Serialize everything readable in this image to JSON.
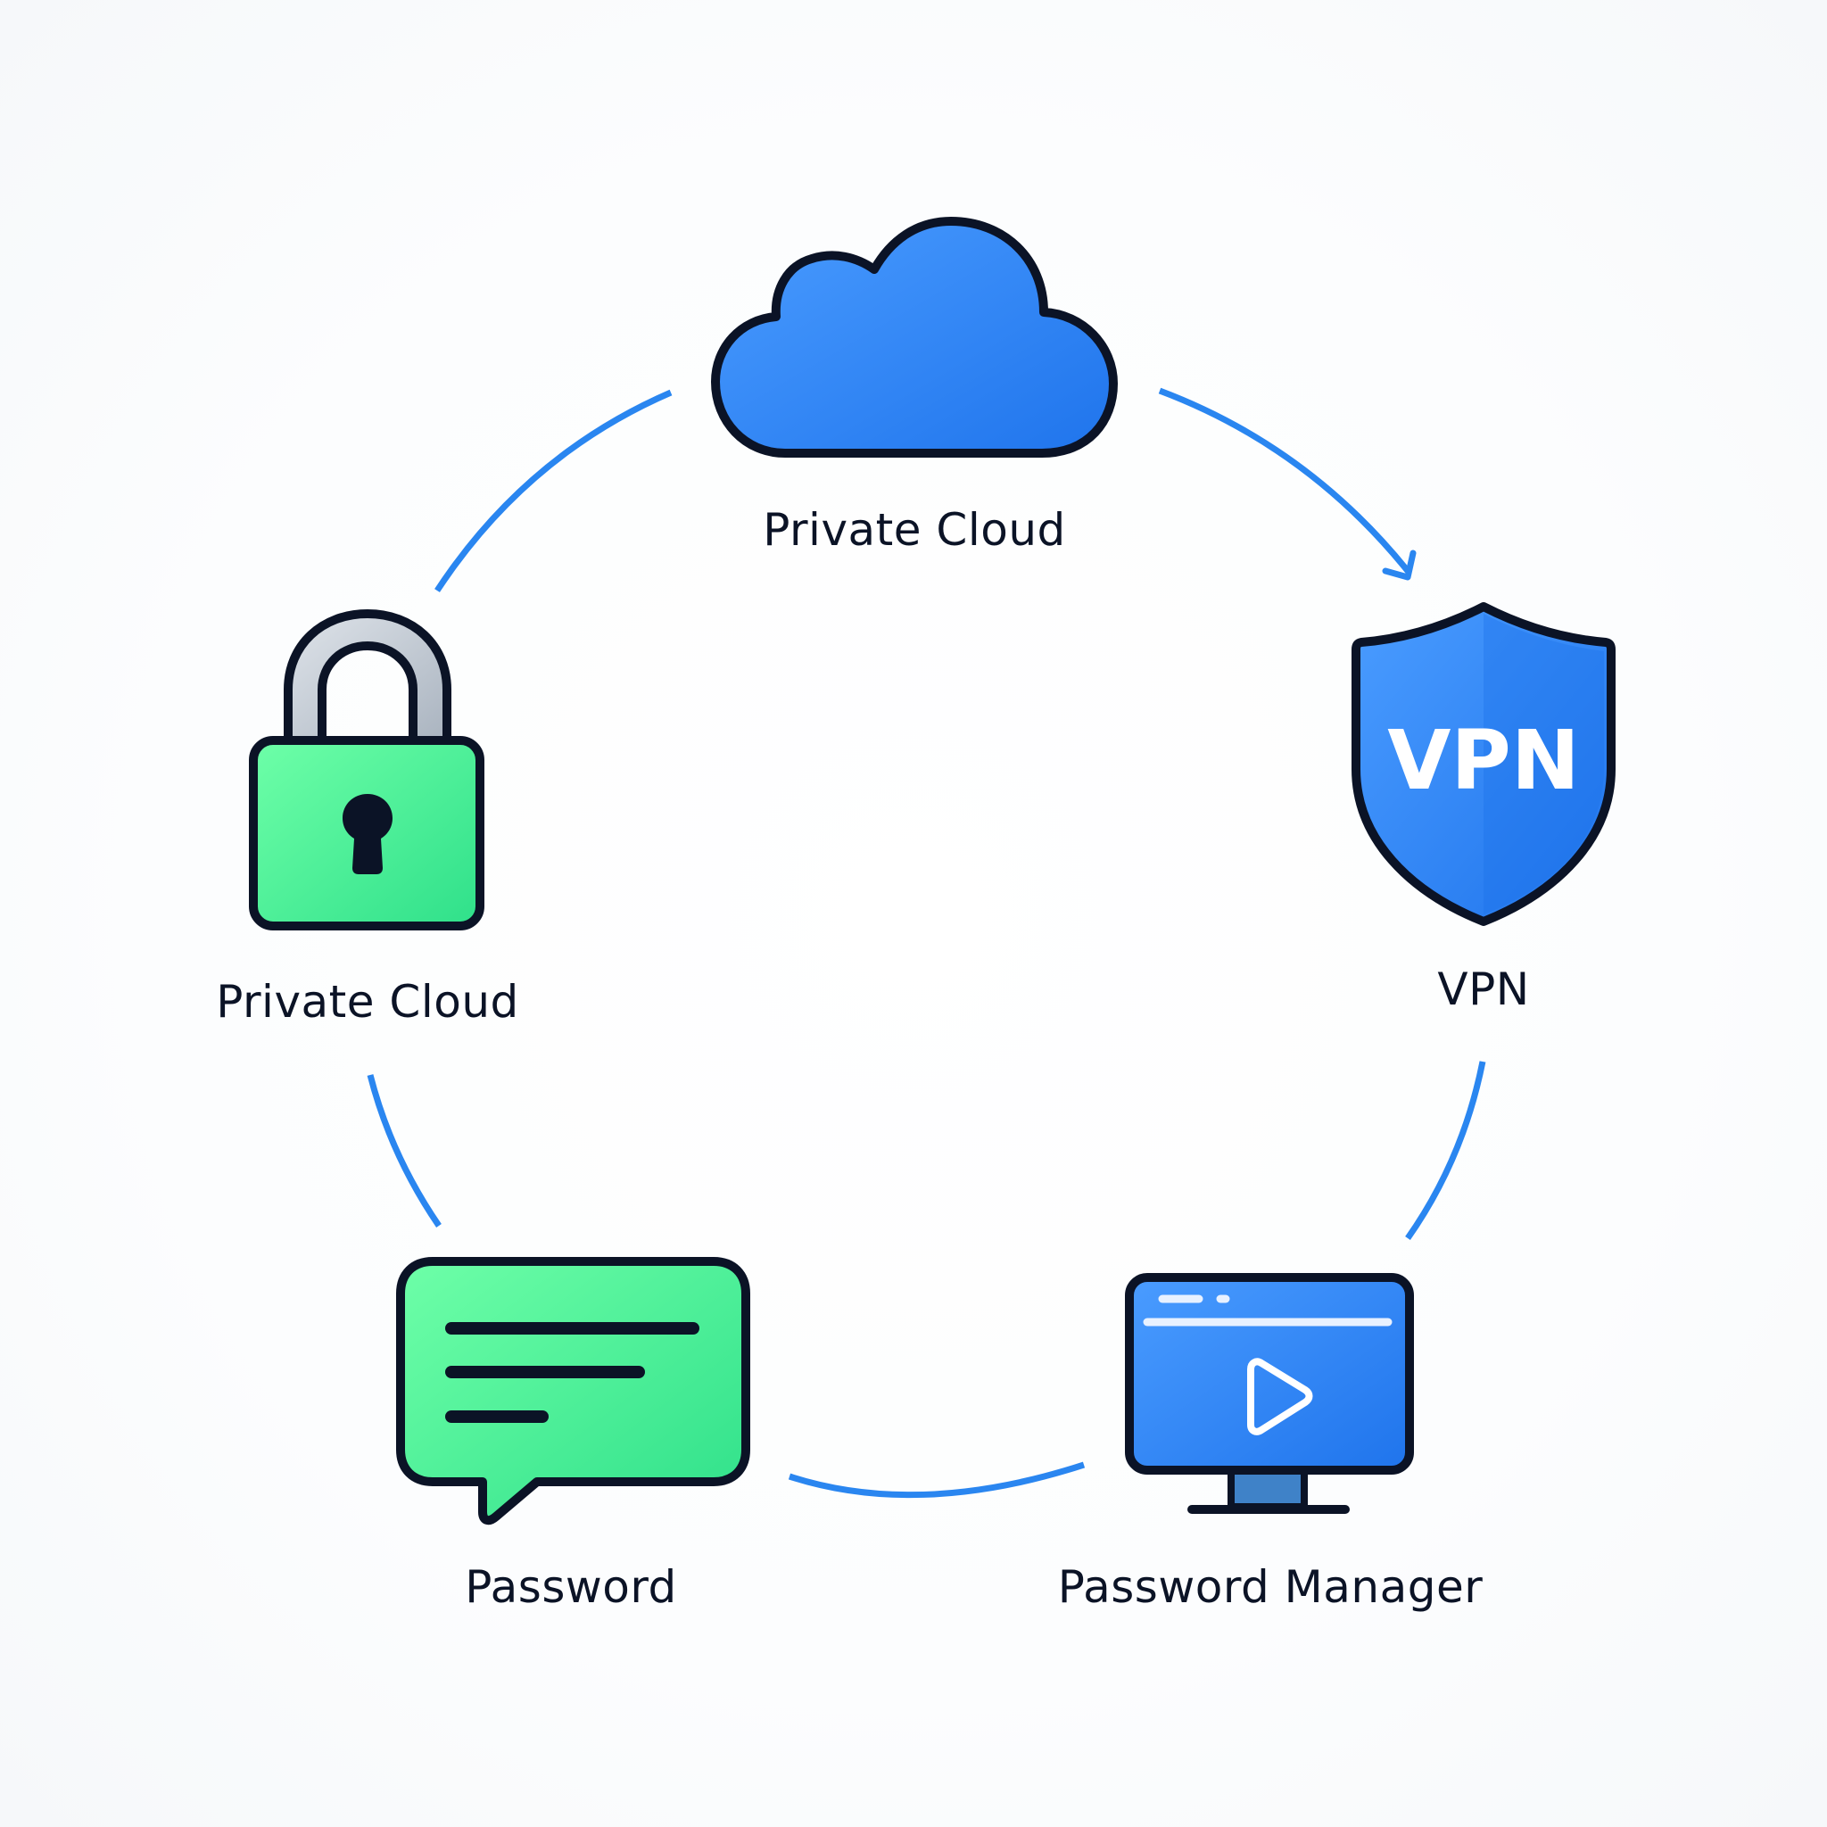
{
  "nodes": {
    "top": {
      "label": "Private Cloud",
      "icon": "cloud-icon"
    },
    "right": {
      "label": "VPN",
      "icon": "shield-icon",
      "badge": "VPN"
    },
    "bottom_right": {
      "label": "Password Manager",
      "icon": "monitor-play-icon"
    },
    "bottom_left": {
      "label": "Password",
      "icon": "chat-bubble-icon"
    },
    "left": {
      "label": "Private Cloud",
      "icon": "padlock-icon"
    }
  },
  "colors": {
    "blue": "#2f80f0",
    "blue_light": "#4b9bff",
    "green": "#3fe896",
    "green_light": "#6affa6",
    "outline": "#0b1326",
    "connector": "#2a86f0"
  }
}
